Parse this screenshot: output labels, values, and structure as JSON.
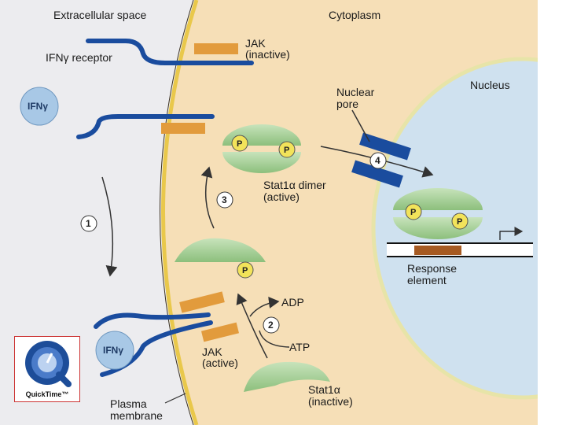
{
  "labels": {
    "extracellular": "Extracellular space",
    "cytoplasm": "Cytoplasm",
    "nucleus": "Nucleus",
    "receptor": "IFNγ receptor",
    "jak_inactive_1": "JAK",
    "jak_inactive_2": "(inactive)",
    "nuclear_pore_1": "Nuclear",
    "nuclear_pore_2": "pore",
    "stat_dimer_1": "Stat1α dimer",
    "stat_dimer_2": "(active)",
    "adp": "ADP",
    "atp": "ATP",
    "jak_active_1": "JAK",
    "jak_active_2": "(active)",
    "stat_inactive_1": "Stat1α",
    "stat_inactive_2": "(inactive)",
    "response_1": "Response",
    "response_2": "element",
    "plasma_1": "Plasma",
    "plasma_2": "membrane",
    "ifn": "IFNγ",
    "phospho": "P"
  },
  "steps": [
    "1",
    "2",
    "3",
    "4"
  ],
  "logo": {
    "caption": "QuickTime™"
  },
  "colors": {
    "cytoplasm": "#f6dfb7",
    "extracellular": "#ececef",
    "nucleus": "#cfe1ef",
    "membrane": "#e9c84b",
    "receptor": "#1a4c9e",
    "jak": "#e29b3c",
    "stat": "#a9cf9a",
    "phosphate": "#f2e35a",
    "ifn": "#a8c8e6",
    "response_element": "#a65a22"
  }
}
